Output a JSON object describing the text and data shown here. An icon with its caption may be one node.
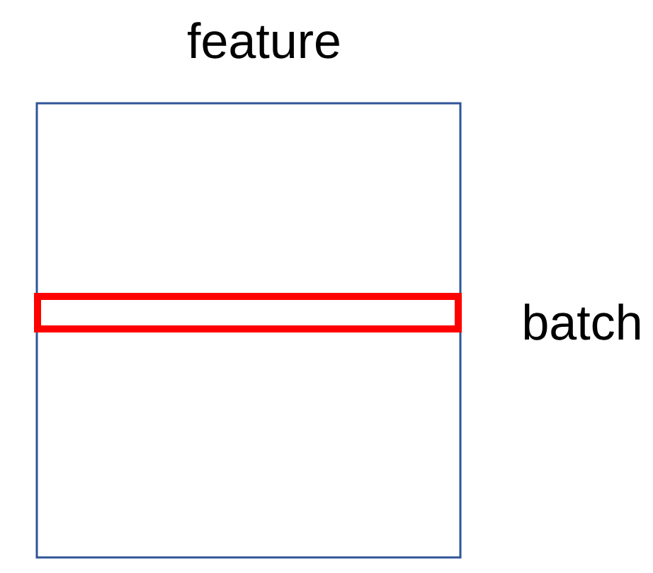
{
  "diagram": {
    "nodes": [
      {
        "text": [
          "feature"
        ],
        "beside": [
          "batch"
        ]
      },
      {
        "text": [],
        "shape": "bar",
        "in": 0
      }
    ]
  }
}
